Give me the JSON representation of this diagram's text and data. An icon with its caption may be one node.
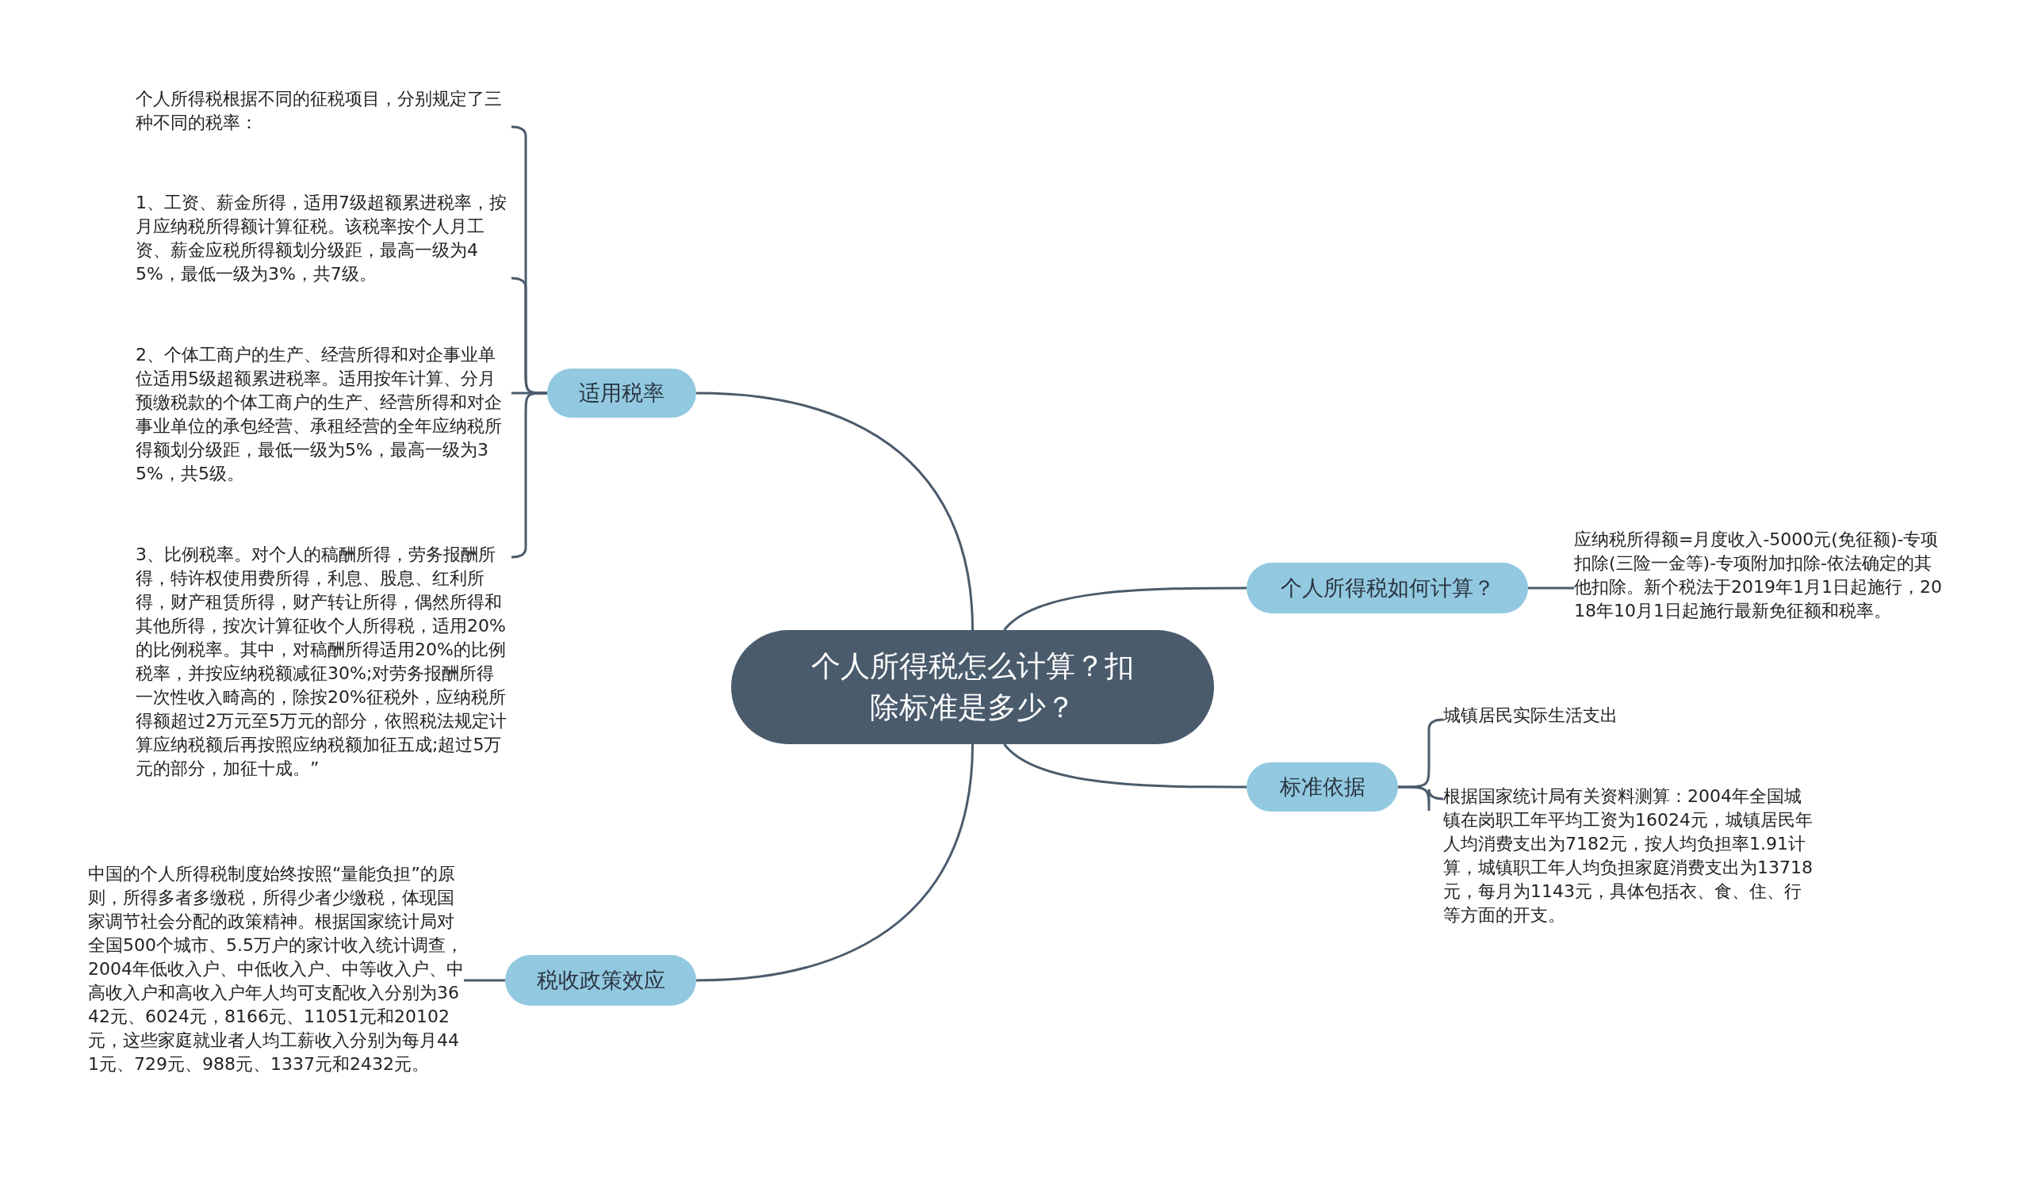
{
  "diagram": {
    "nodes": [
      {
        "text": [
          "个人所得税怎么计算？扣除标准是多少？"
        ]
      },
      {
        "text": [
          "适用税率"
        ]
      },
      {
        "text": [
          "个人所得税根据不同的征税项目，分别规定了三种不同的税率："
        ]
      },
      {
        "text": [
          "1、工资、薪金所得，适用7级超额累进税率，按月应纳税所得额计算征税。该税率按个人月工资、薪金应税所得额划分级距，最高一级为45%，最低一级为3%，共7级。"
        ]
      },
      {
        "text": [
          "2、个体工商户的生产、经营所得和对企事业单位适用5级超额累进税率。适用按年计算、分月预缴税款的个体工商户的生产、经营所得和对企事业单位的承包经营、承租经营的全年应纳税所得额划分级距，最低一级为5%，最高一级为35%，共5级。"
        ]
      },
      {
        "text": [
          "3、比例税率。对个人的稿酬所得，劳务报酬所得，特许权使用费所得，利息、股息、红利所得，财产租赁所得，财产转让所得，偶然所得和其他所得，按次计算征收个人所得税，适用20%的比例税率。其中，对稿酬所得适用20%的比例税率，并按应纳税额减征30%;对劳务报酬所得一次性收入畸高的，除按20%征税外，应纳税所得额超过2万元至5万元的部分，依照税法规定计算应纳税额后再按照应纳税额加征五成;超过5万元的部分，加征十成。”"
        ]
      },
      {
        "text": [
          "个人所得税如何计算？"
        ]
      },
      {
        "text": [
          "应纳税所得额=月度收入-5000元(免征额)-专项扣除(三险一金等)-专项附加扣除-依法确定的其他扣除。新个税法于2019年1月1日起施行，2018年10月1日起施行最新免征额和税率。"
        ]
      },
      {
        "text": [
          "标准依据"
        ]
      },
      {
        "text": [
          "城镇居民实际生活支出"
        ]
      },
      {
        "text": [
          "根据国家统计局有关资料测算：2004年全国城镇在岗职工年平均工资为16024元，城镇居民年人均消费支出为7182元，按人均负担率1.91计算，城镇职工年人均负担家庭消费支出为13718元，每月为1143元，具体包括衣、食、住、行等方面的开支。"
        ]
      },
      {
        "text": [
          "税收政策效应"
        ]
      },
      {
        "text": [
          "中国的个人所得税制度始终按照“量能负担”的原则，所得多者多缴税，所得少者少缴税，体现国家调节社会分配的政策精神。根据国家统计局对全国500个城市、5.5万户的家计收入统计调查，2004年低收入户、中低收入户、中等收入户、中高收入户和高收入户年人均可支配收入分别为3642元、6024元，8166元、11051元和20102元，这些家庭就业者人均工薪收入分别为每月441元、729元、988元、1337元和2432元。"
        ]
      }
    ],
    "edges": [
      {
        "from": 0,
        "to": 1,
        "arrow": "none"
      },
      {
        "from": 1,
        "to": 2,
        "arrow": "none"
      },
      {
        "from": 1,
        "to": 3,
        "arrow": "none"
      },
      {
        "from": 1,
        "to": 4,
        "arrow": "none"
      },
      {
        "from": 1,
        "to": 5,
        "arrow": "none"
      },
      {
        "from": 0,
        "to": 6,
        "arrow": "none"
      },
      {
        "from": 6,
        "to": 7,
        "arrow": "none"
      },
      {
        "from": 0,
        "to": 8,
        "arrow": "none"
      },
      {
        "from": 8,
        "to": 9,
        "arrow": "none"
      },
      {
        "from": 8,
        "to": 10,
        "arrow": "none"
      },
      {
        "from": 0,
        "to": 11,
        "arrow": "none"
      },
      {
        "from": 11,
        "to": 12,
        "arrow": "none"
      }
    ]
  }
}
